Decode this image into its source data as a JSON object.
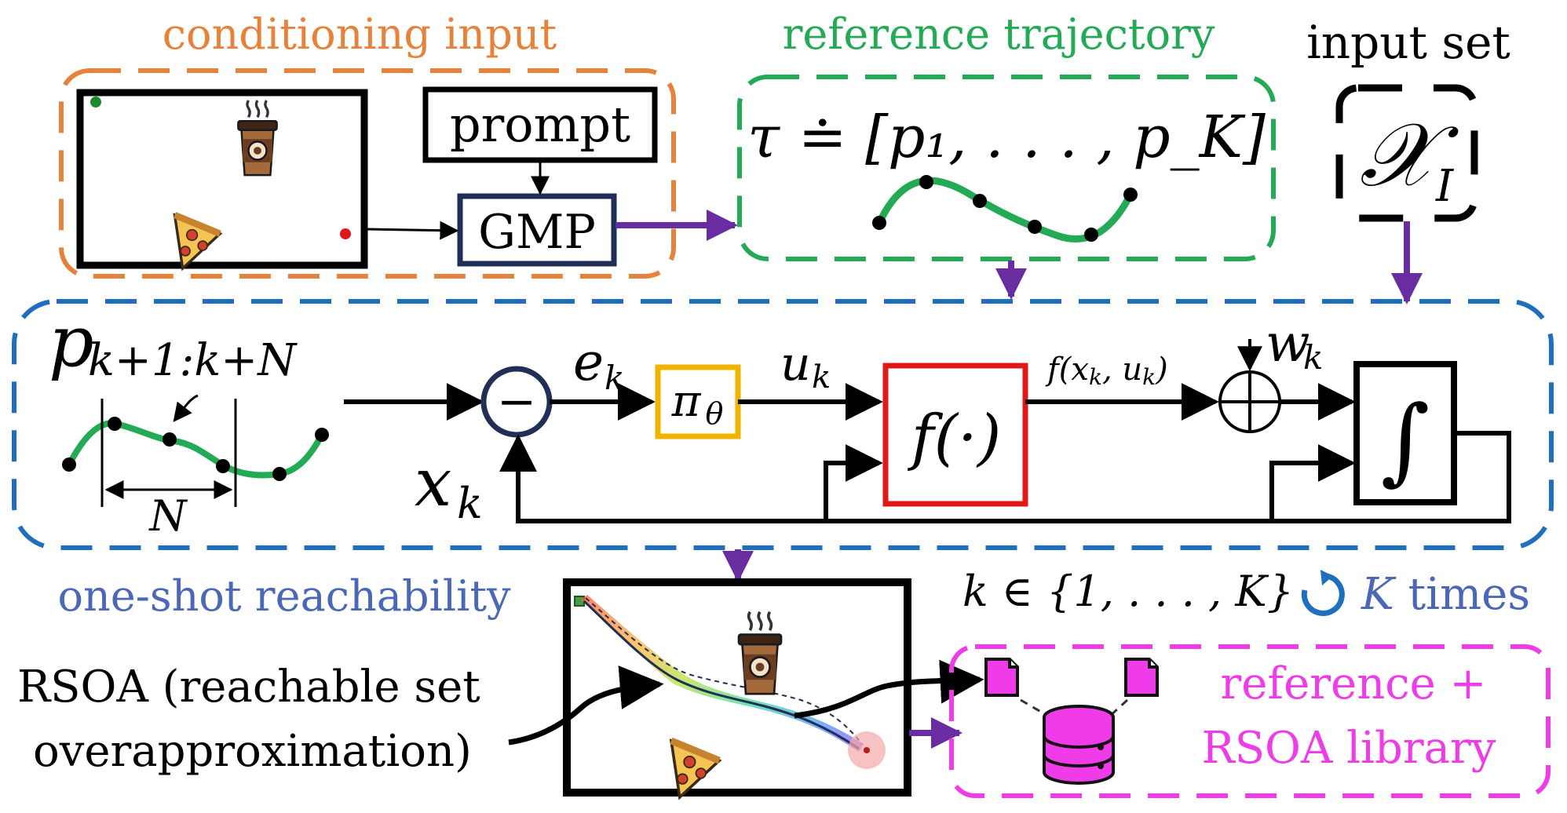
{
  "colors": {
    "conditioning": "#E8823A",
    "reference": "#22AA55",
    "loop": "#1F6FBF",
    "purple_arrow": "#6A2CA1",
    "policy_box": "#F2B300",
    "dynamics_box": "#E01818",
    "library": "#F03CE8",
    "gmp_box": "#1F2F55",
    "black": "#000000",
    "one_shot_text": "#4A67B8"
  },
  "labels": {
    "conditioning_input": "conditioning input",
    "reference_trajectory": "reference trajectory",
    "input_set": "input set",
    "one_shot_reachability": "one-shot reachability",
    "prompt": "prompt",
    "gmp": "GMP",
    "rsoa_line1": "RSOA (reachable set",
    "rsoa_line2": "overapproximation)",
    "library_line1": "reference +",
    "library_line2": "RSOA library",
    "k_times": "K times"
  },
  "math": {
    "tau_formula": "τ ≐ [p₁, . . . , p_K]",
    "input_set_symbol": "𝒳",
    "input_set_sub": "I",
    "p_window": "p",
    "p_window_sub": "k+1:k+N",
    "minus": "−",
    "e_k": "e",
    "e_k_sub": "k",
    "pi_theta": "π",
    "pi_theta_sub": "θ",
    "u_k": "u",
    "u_k_sub": "k",
    "f_dot": "f(·)",
    "f_xu": "f(x",
    "f_xu_mid": ", u",
    "f_xu_end": ")",
    "w_k": "w",
    "w_k_sub": "k",
    "integral": "∫",
    "x_k": "x",
    "x_k_sub": "k",
    "N": "N",
    "k_range": "k ∈ {1, . . . , K}"
  },
  "icons": {
    "coffee": "coffee-icon",
    "pizza": "pizza-icon",
    "database": "database-icon",
    "document": "document-icon",
    "loop": "loop-arrow-icon"
  }
}
